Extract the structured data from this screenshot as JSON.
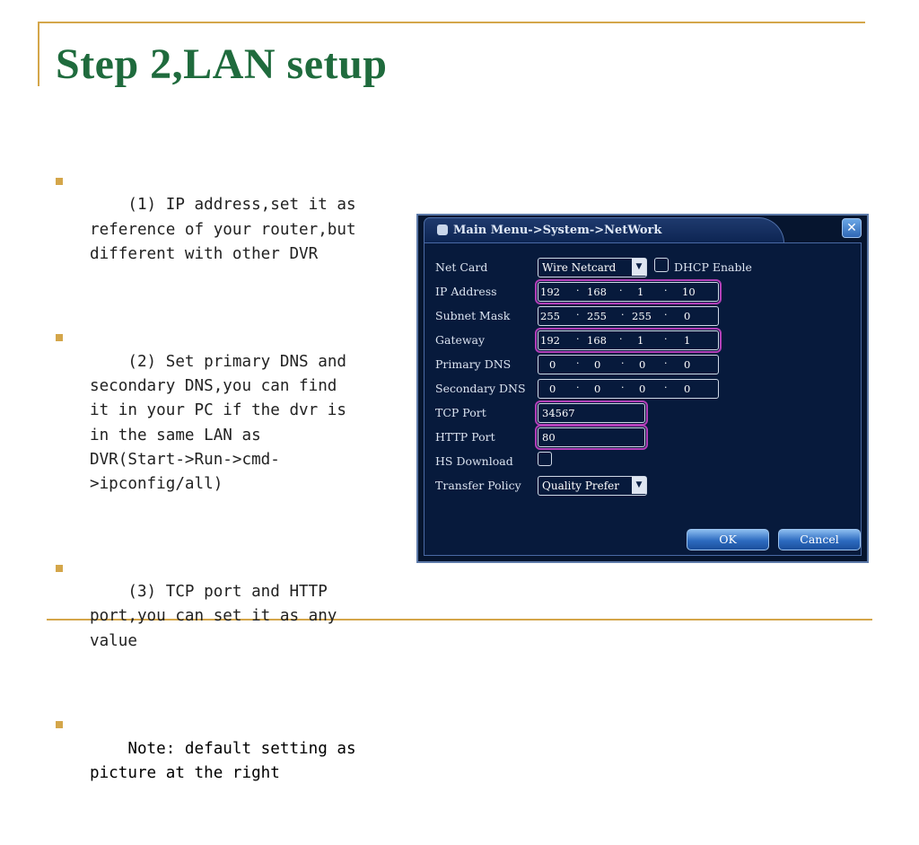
{
  "slide": {
    "title": "Step 2,LAN setup",
    "bullets": [
      {
        "text": "(1) IP address,set it as\nreference of your router,but\ndifferent with other DVR"
      },
      {
        "text": "(2) Set primary DNS and\nsecondary DNS,you can find\nit in your PC if the dvr is\nin the same LAN as\nDVR(Start->Run->cmd-\n>ipconfig/all)"
      },
      {
        "text": "(3) TCP port and HTTP\nport,you can set it as any\nvalue"
      },
      {
        "text": "Note: default setting as\npicture at the right"
      }
    ]
  },
  "dvr": {
    "title": "Main Menu->System->NetWork",
    "close_icon": "close-icon",
    "net_card": {
      "label": "Net Card",
      "value": "Wire Netcard",
      "dhcp_label": "DHCP Enable",
      "dhcp_checked": false
    },
    "ip_address": {
      "label": "IP Address",
      "octets": [
        "192",
        "168",
        "1",
        "10"
      ]
    },
    "subnet_mask": {
      "label": "Subnet Mask",
      "octets": [
        "255",
        "255",
        "255",
        "0"
      ]
    },
    "gateway": {
      "label": "Gateway",
      "octets": [
        "192",
        "168",
        "1",
        "1"
      ]
    },
    "primary_dns": {
      "label": "Primary DNS",
      "octets": [
        "0",
        "0",
        "0",
        "0"
      ]
    },
    "secondary_dns": {
      "label": "Secondary DNS",
      "octets": [
        "0",
        "0",
        "0",
        "0"
      ]
    },
    "tcp_port": {
      "label": "TCP Port",
      "value": "34567"
    },
    "http_port": {
      "label": "HTTP Port",
      "value": "80"
    },
    "hs_download": {
      "label": "HS Download",
      "checked": false
    },
    "transfer_policy": {
      "label": "Transfer Policy",
      "value": "Quality Prefer"
    },
    "ok_label": "OK",
    "cancel_label": "Cancel",
    "highlight_color": "#b23fb8",
    "accent_color": "#1f6b3d"
  }
}
